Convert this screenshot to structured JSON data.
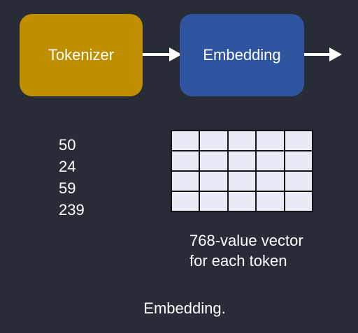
{
  "diagram": {
    "boxes": {
      "tokenizer": {
        "label": "Tokenizer",
        "color": "#bf8f00"
      },
      "embedding": {
        "label": "Embedding",
        "color": "#2f55a0"
      }
    },
    "token_ids": [
      "50",
      "24",
      "59",
      "239"
    ],
    "matrix": {
      "rows": 4,
      "columns": 5,
      "cell_color": "#e8eaf6"
    },
    "vector_caption": {
      "line1": "768-value vector",
      "line2": "for each token"
    },
    "arrow_color": "#ffffff",
    "background_color": "#282c37"
  },
  "caption": "Embedding."
}
